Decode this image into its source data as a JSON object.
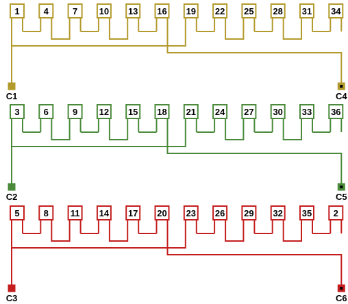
{
  "phases": [
    {
      "id": "phase-1",
      "color": "#b39a2c",
      "slots": [
        "1",
        "4",
        "7",
        "10",
        "13",
        "16",
        "19",
        "22",
        "25",
        "28",
        "31",
        "34"
      ],
      "start_terminal": "C1",
      "end_terminal": "C4"
    },
    {
      "id": "phase-2",
      "color": "#4a8a3a",
      "slots": [
        "3",
        "6",
        "9",
        "12",
        "15",
        "18",
        "21",
        "24",
        "27",
        "30",
        "33",
        "36"
      ],
      "start_terminal": "C2",
      "end_terminal": "C5"
    },
    {
      "id": "phase-3",
      "color": "#c41e1e",
      "slots": [
        "5",
        "8",
        "11",
        "14",
        "17",
        "20",
        "23",
        "26",
        "29",
        "32",
        "35",
        "2"
      ],
      "start_terminal": "C3",
      "end_terminal": "C6"
    }
  ]
}
